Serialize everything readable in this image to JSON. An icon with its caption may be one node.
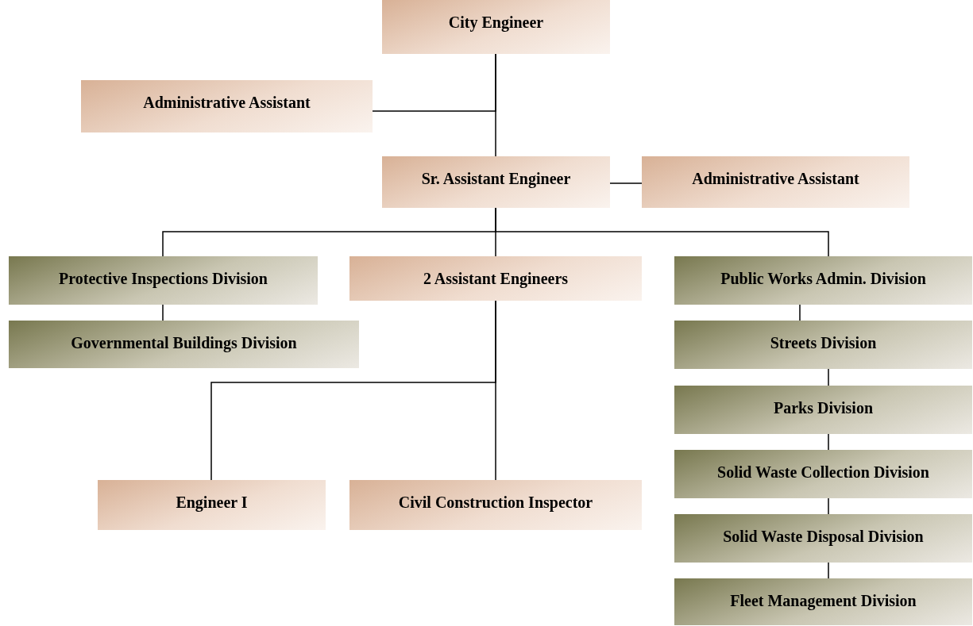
{
  "diagram": {
    "nodes": [
      {
        "text": [
          "City Engineer"
        ]
      },
      {
        "text": [
          "Administrative Assistant"
        ]
      },
      {
        "text": [
          "Sr. Assistant Engineer"
        ]
      },
      {
        "text": [
          "Administrative Assistant"
        ]
      },
      {
        "text": [
          "Protective Inspections Division"
        ]
      },
      {
        "text": [
          "2 Assistant Engineers"
        ]
      },
      {
        "text": [
          "Public Works Admin. Division"
        ]
      },
      {
        "text": [
          "Governmental Buildings Division"
        ]
      },
      {
        "text": [
          "Engineer I"
        ]
      },
      {
        "text": [
          "Civil Construction Inspector"
        ]
      },
      {
        "text": [
          "Streets Division"
        ]
      },
      {
        "text": [
          "Parks Division"
        ]
      },
      {
        "text": [
          "Solid Waste Collection Division"
        ]
      },
      {
        "text": [
          "Solid Waste Disposal Division"
        ]
      },
      {
        "text": [
          "Fleet Management Division"
        ]
      }
    ],
    "edges": [
      {
        "from": 0,
        "to": 2,
        "arrow": "none"
      },
      {
        "from": 0,
        "to": 1,
        "arrow": "none"
      },
      {
        "from": 2,
        "to": 3,
        "arrow": "none"
      },
      {
        "from": 2,
        "to": 4,
        "arrow": "none"
      },
      {
        "from": 2,
        "to": 5,
        "arrow": "none"
      },
      {
        "from": 2,
        "to": 6,
        "arrow": "none"
      },
      {
        "from": 4,
        "to": 7,
        "arrow": "none"
      },
      {
        "from": 5,
        "to": 8,
        "arrow": "none"
      },
      {
        "from": 5,
        "to": 9,
        "arrow": "none"
      },
      {
        "from": 6,
        "to": 10,
        "arrow": "none"
      },
      {
        "from": 10,
        "to": 11,
        "arrow": "none"
      },
      {
        "from": 11,
        "to": 12,
        "arrow": "none"
      },
      {
        "from": 12,
        "to": 13,
        "arrow": "none"
      },
      {
        "from": 13,
        "to": 14,
        "arrow": "none"
      }
    ]
  }
}
